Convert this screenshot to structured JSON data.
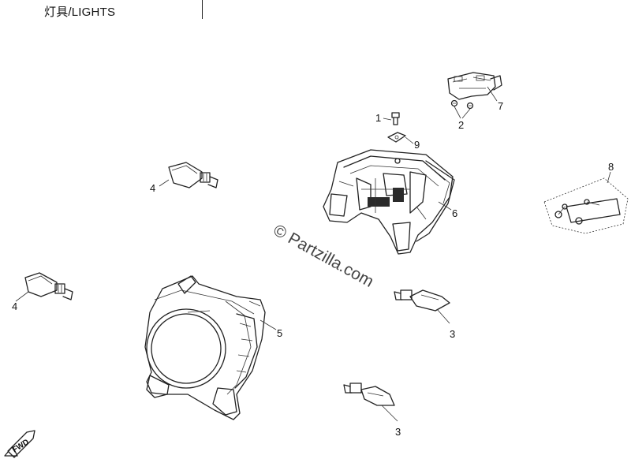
{
  "header": {
    "title": "灯具/LIGHTS"
  },
  "watermark": "© Partzilla.com",
  "fwd_label": "FWD",
  "callouts": {
    "c1": "1",
    "c2": "2",
    "c3a": "3",
    "c3b": "3",
    "c4a": "4",
    "c4b": "4",
    "c5": "5",
    "c6": "6",
    "c7": "7",
    "c8": "8",
    "c9": "9"
  }
}
